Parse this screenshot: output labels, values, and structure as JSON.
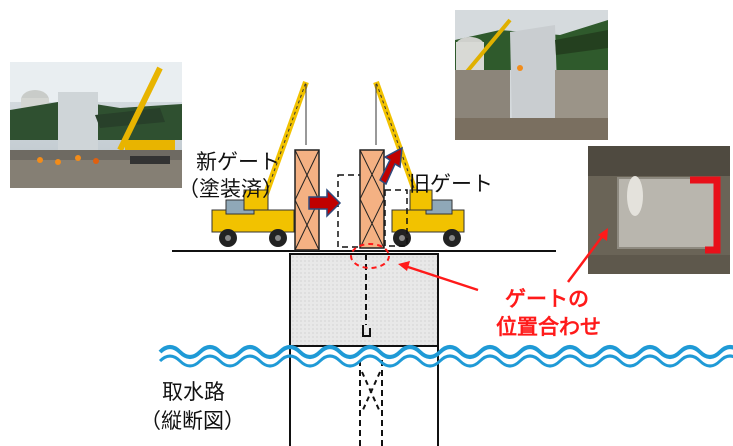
{
  "labels": {
    "new_gate": "新ゲート",
    "new_gate_sub": "（塗装済）",
    "old_gate": "旧ゲート",
    "gate_alignment_line1": "ゲートの",
    "gate_alignment_line2": "位置合わせ",
    "intake": "取水路",
    "intake_sub": "（縦断図）"
  },
  "photos": [
    {
      "name": "photo-crane-site-left",
      "icon": "construction-photo"
    },
    {
      "name": "photo-gate-install-top",
      "icon": "construction-photo"
    },
    {
      "name": "photo-gate-closeup-right",
      "icon": "construction-photo"
    }
  ],
  "colors": {
    "gate_fill": "#f4b183",
    "arrow_fill": "#c00000",
    "alignment_text": "#ff1a1a",
    "water": "#1f9ad6",
    "crane": "#f2c200",
    "structure_fill": "#e6e6e6"
  }
}
